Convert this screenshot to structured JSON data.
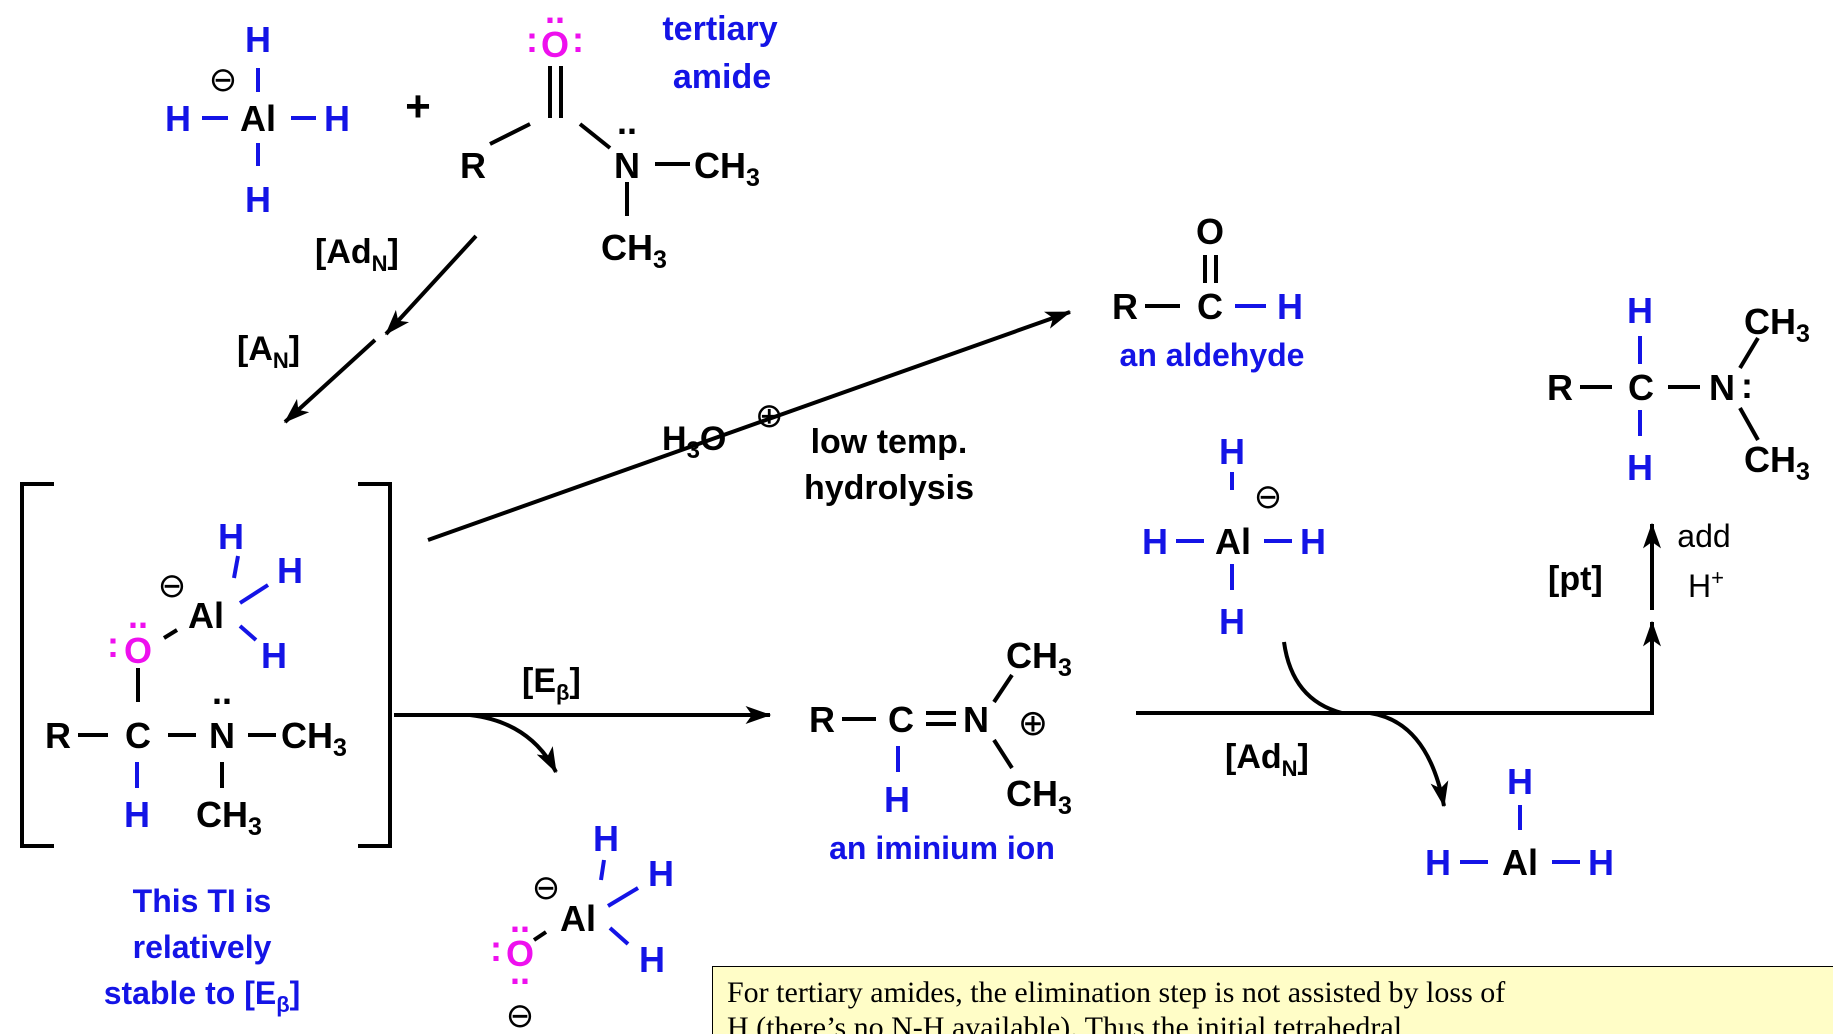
{
  "colors": {
    "black": "#000000",
    "hydrogen": "#1414e6",
    "oxygen": "#ee10ee",
    "note_bg": "#fffdc7"
  },
  "symbols": {
    "H": "H",
    "Al": "Al",
    "O": "O",
    "N": "N",
    "R": "R",
    "C": "C",
    "CH": "CH",
    "sub3": "3",
    "minus": "⊖",
    "plus": "⊕",
    "lone_pair": "..",
    "colon": ":",
    "plus_sign": "+"
  },
  "labels": {
    "tertiary_amide": [
      "tertiary",
      "amide"
    ],
    "an_aldehyde": "an aldehyde",
    "an_iminium_ion": "an iminium ion",
    "ti_note": [
      "This TI is",
      "relatively",
      "stable to [E",
      "β",
      "]"
    ],
    "low_temp_hydrolysis": [
      "low temp.",
      "hydrolysis"
    ],
    "add_h": [
      "add",
      "H",
      "+"
    ]
  },
  "reagents": {
    "h3o_main": "H",
    "h3o_sub": "3",
    "h3o_tail": "O"
  },
  "steps": {
    "ad_n_open": "[Ad",
    "ad_n_sub": "N",
    "a_n_open": "[A",
    "a_n_sub": "N",
    "e_beta_open": "[E",
    "e_beta_sub": "β",
    "close": "]",
    "pt": "[pt]"
  },
  "note": {
    "lines": [
      "For tertiary amides, the elimination step is not assisted by loss of",
      "H (there’s no N-H available). Thus the initial tetrahedral"
    ]
  }
}
